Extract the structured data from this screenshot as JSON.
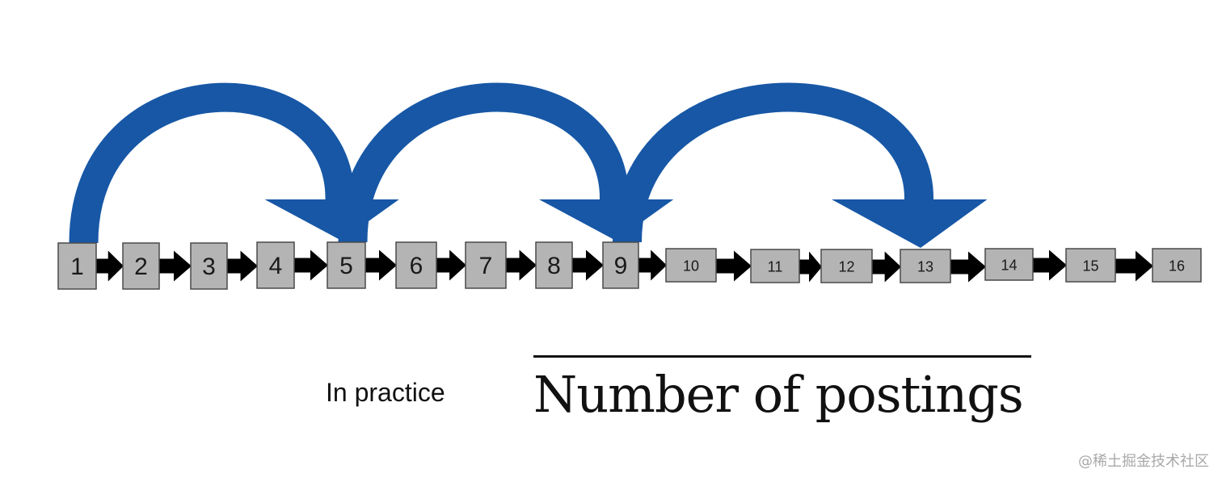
{
  "nodes": [
    "1",
    "2",
    "3",
    "4",
    "5",
    "6",
    "7",
    "8",
    "9",
    "10",
    "11",
    "12",
    "13",
    "14",
    "15",
    "16"
  ],
  "skips": [
    {
      "from": "1",
      "to": "5"
    },
    {
      "from": "5",
      "to": "9"
    },
    {
      "from": "9",
      "to": "13"
    }
  ],
  "caption": "In practice",
  "formula": {
    "text": "Number of postings"
  },
  "watermark": "@稀土掘金技术社区",
  "colors": {
    "skip_arrow": "#1757a6",
    "node_fill": "#b4b4b4",
    "link_arrow": "#000000"
  }
}
